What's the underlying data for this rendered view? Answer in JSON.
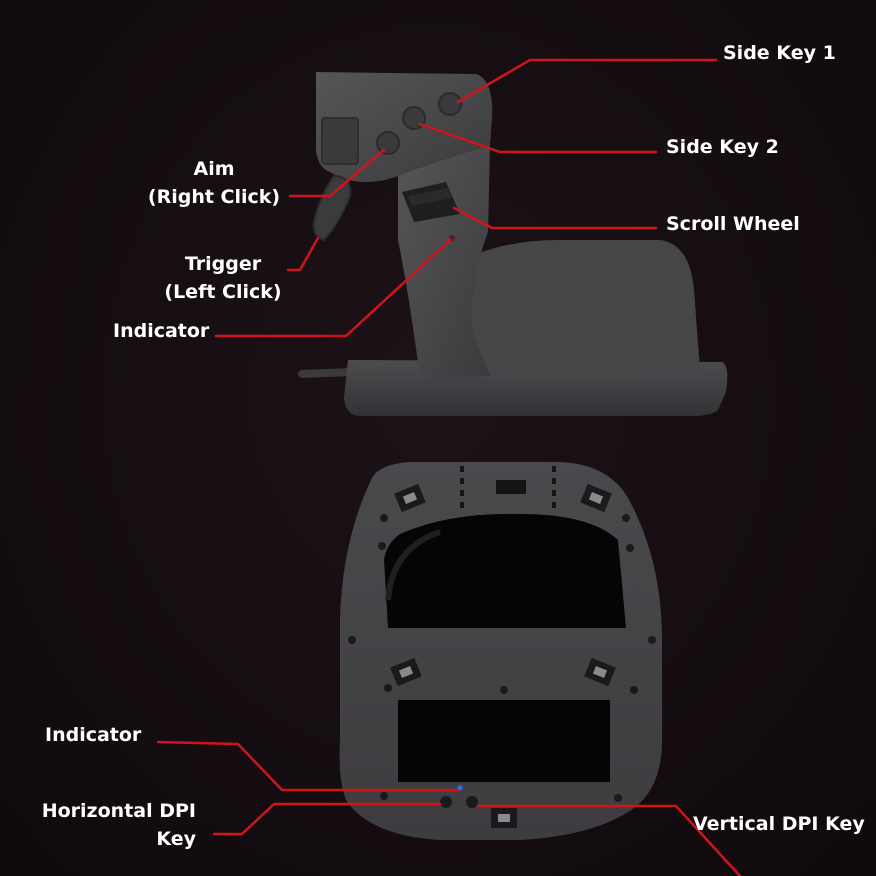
{
  "accent_color": "#d0141e",
  "labels": {
    "side_key_1": "Side Key 1",
    "side_key_2": "Side Key 2",
    "aim_line1": "Aim",
    "aim_line2": "(Right Click)",
    "scroll_wheel": "Scroll Wheel",
    "trigger_line1": "Trigger",
    "trigger_line2": "(Left Click)",
    "indicator_top": "Indicator",
    "indicator_bottom": "Indicator",
    "horizontal_dpi_line1": "Horizontal DPI",
    "horizontal_dpi_line2": "Key",
    "vertical_dpi_key": "Vertical DPI Key"
  }
}
